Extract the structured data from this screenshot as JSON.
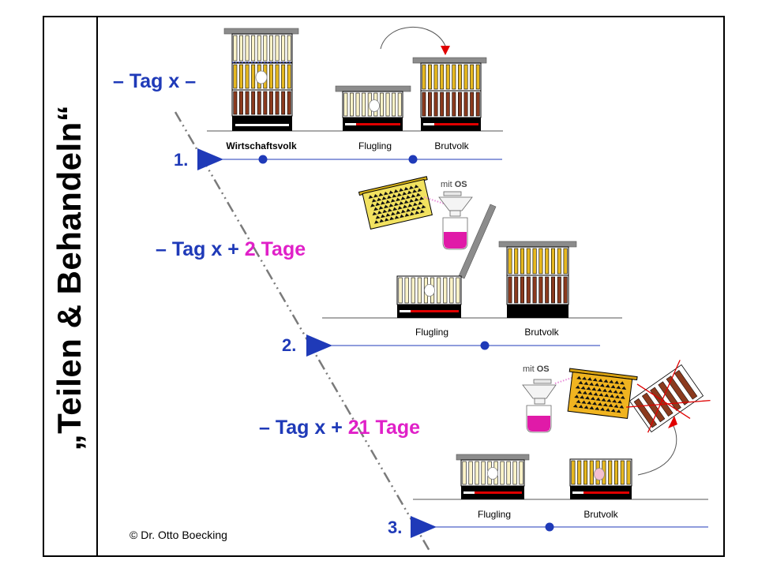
{
  "title": "„Teilen & Behandeln“",
  "copyright": "© Dr. Otto Boecking",
  "steps": [
    {
      "number": "1.",
      "label_prefix": "– Tag x –",
      "label_highlight": ""
    },
    {
      "number": "2.",
      "label_prefix": "– Tag x + ",
      "label_highlight": "2 Tage"
    },
    {
      "number": "3.",
      "label_prefix": "– Tag x + ",
      "label_highlight": "21 Tage"
    }
  ],
  "hives": {
    "wirtschaftsvolk": "Wirtschaftsvolk",
    "flugling": "Flugling",
    "brutvolk": "Brutvolk"
  },
  "treatment": {
    "prefix": "mit ",
    "agent": "OS"
  },
  "colors": {
    "accent_blue": "#1f3ab8",
    "highlight_pink": "#e020c8",
    "brood_frame": "#8b3a1e",
    "honey_frame": "#e6b820",
    "empty_frame": "#fbf3c8",
    "entrance_red": "#e00000",
    "lid_gray": "#8c8c8c",
    "acid_magenta": "#e01aa8"
  }
}
